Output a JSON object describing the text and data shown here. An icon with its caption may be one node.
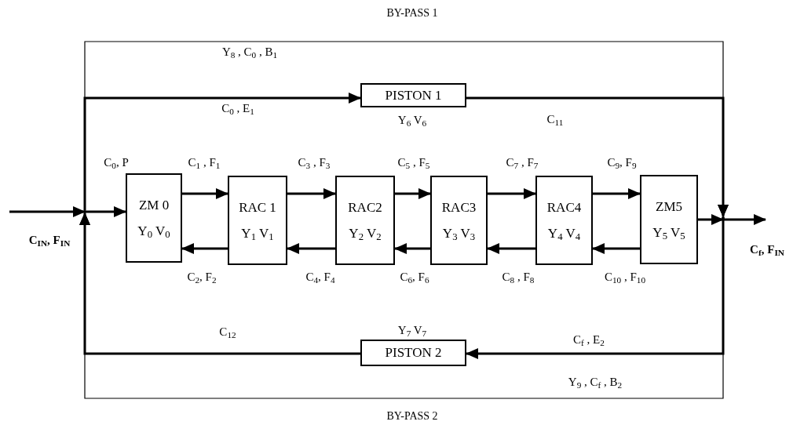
{
  "diagram": {
    "nodes": [
      {
        "text": [
          "ZM 0",
          "Y$_{0}$ V$_{0}$"
        ]
      },
      {
        "text": [
          "RAC 1",
          "Y$_{1}$ V$_{1}$"
        ]
      },
      {
        "text": [
          "RAC2",
          "Y$_{2}$ V$_{2}$"
        ]
      },
      {
        "text": [
          "RAC3",
          "Y$_{3}$ V$_{3}$"
        ]
      },
      {
        "text": [
          "RAC4",
          "Y$_{4}$ V$_{4}$"
        ]
      },
      {
        "text": [
          "ZM5",
          "Y$_{5}$ V$_{5}$"
        ]
      },
      {
        "text": [
          "PISTON 1"
        ],
        "beside": [
          "Y$_{6}$ V$_{6}$"
        ]
      },
      {
        "text": [
          "PISTON 2"
        ],
        "beside": [
          "Y$_{7}$ V$_{7}$"
        ]
      },
      {
        "text": [],
        "shape": "point"
      },
      {
        "text": [],
        "shape": "point"
      }
    ],
    "edges": [
      {
        "from": null,
        "to": 8,
        "arrow": "to",
        "label": "C$_{IN}$, F$_{IN}$"
      },
      {
        "from": 8,
        "to": 0,
        "arrow": "to",
        "label": "C$_{0}$, P"
      },
      {
        "from": 0,
        "to": 1,
        "arrow": "to",
        "label": "C$_{1}$ , F$_{1}$"
      },
      {
        "from": 1,
        "to": 0,
        "arrow": "to",
        "label": "C$_{2}$, F$_{2}$"
      },
      {
        "from": 1,
        "to": 2,
        "arrow": "to",
        "label": "C$_{3}$ , F$_{3}$"
      },
      {
        "from": 2,
        "to": 1,
        "arrow": "to",
        "label": "C$_{4}$,  F$_{4}$"
      },
      {
        "from": 2,
        "to": 3,
        "arrow": "to",
        "label": "C$_{5}$ , F$_{5}$"
      },
      {
        "from": 3,
        "to": 2,
        "arrow": "to",
        "label": "C$_{6}$, F$_{6}$"
      },
      {
        "from": 3,
        "to": 4,
        "arrow": "to",
        "label": "C$_{7}$ , F$_{7}$"
      },
      {
        "from": 4,
        "to": 3,
        "arrow": "to",
        "label": "C$_{8}$ , F$_{8}$"
      },
      {
        "from": 4,
        "to": 5,
        "arrow": "to",
        "label": "C$_{9}$, F$_{9}$"
      },
      {
        "from": 5,
        "to": 4,
        "arrow": "to",
        "label": "C$_{10}$ , F$_{10}$"
      },
      {
        "from": 5,
        "to": 9,
        "arrow": "to"
      },
      {
        "from": 9,
        "to": null,
        "arrow": "to",
        "label": "C$_{f}$, F$_{IN}$"
      },
      {
        "from": 8,
        "to": 6,
        "arrow": "to",
        "label": "C$_{0}$ , E$_{1}$"
      },
      {
        "from": 6,
        "to": 9,
        "arrow": "to",
        "label": "C$_{11}$"
      },
      {
        "from": 8,
        "to": 9,
        "arrow": "to",
        "label": "Y$_{8}$ , C$_{0}$ , B$_{1}$"
      },
      {
        "from": 9,
        "to": 7,
        "arrow": "to",
        "label": "C$_{f}$ , E$_{2}$"
      },
      {
        "from": 7,
        "to": 8,
        "arrow": "to",
        "label": "C$_{12}$"
      },
      {
        "from": 9,
        "to": 8,
        "arrow": "to",
        "label": "Y$_{9}$ , C$_{f}$ , B$_{2}$"
      }
    ],
    "labels": [
      "BY-PASS 1",
      "BY-PASS 2"
    ]
  }
}
